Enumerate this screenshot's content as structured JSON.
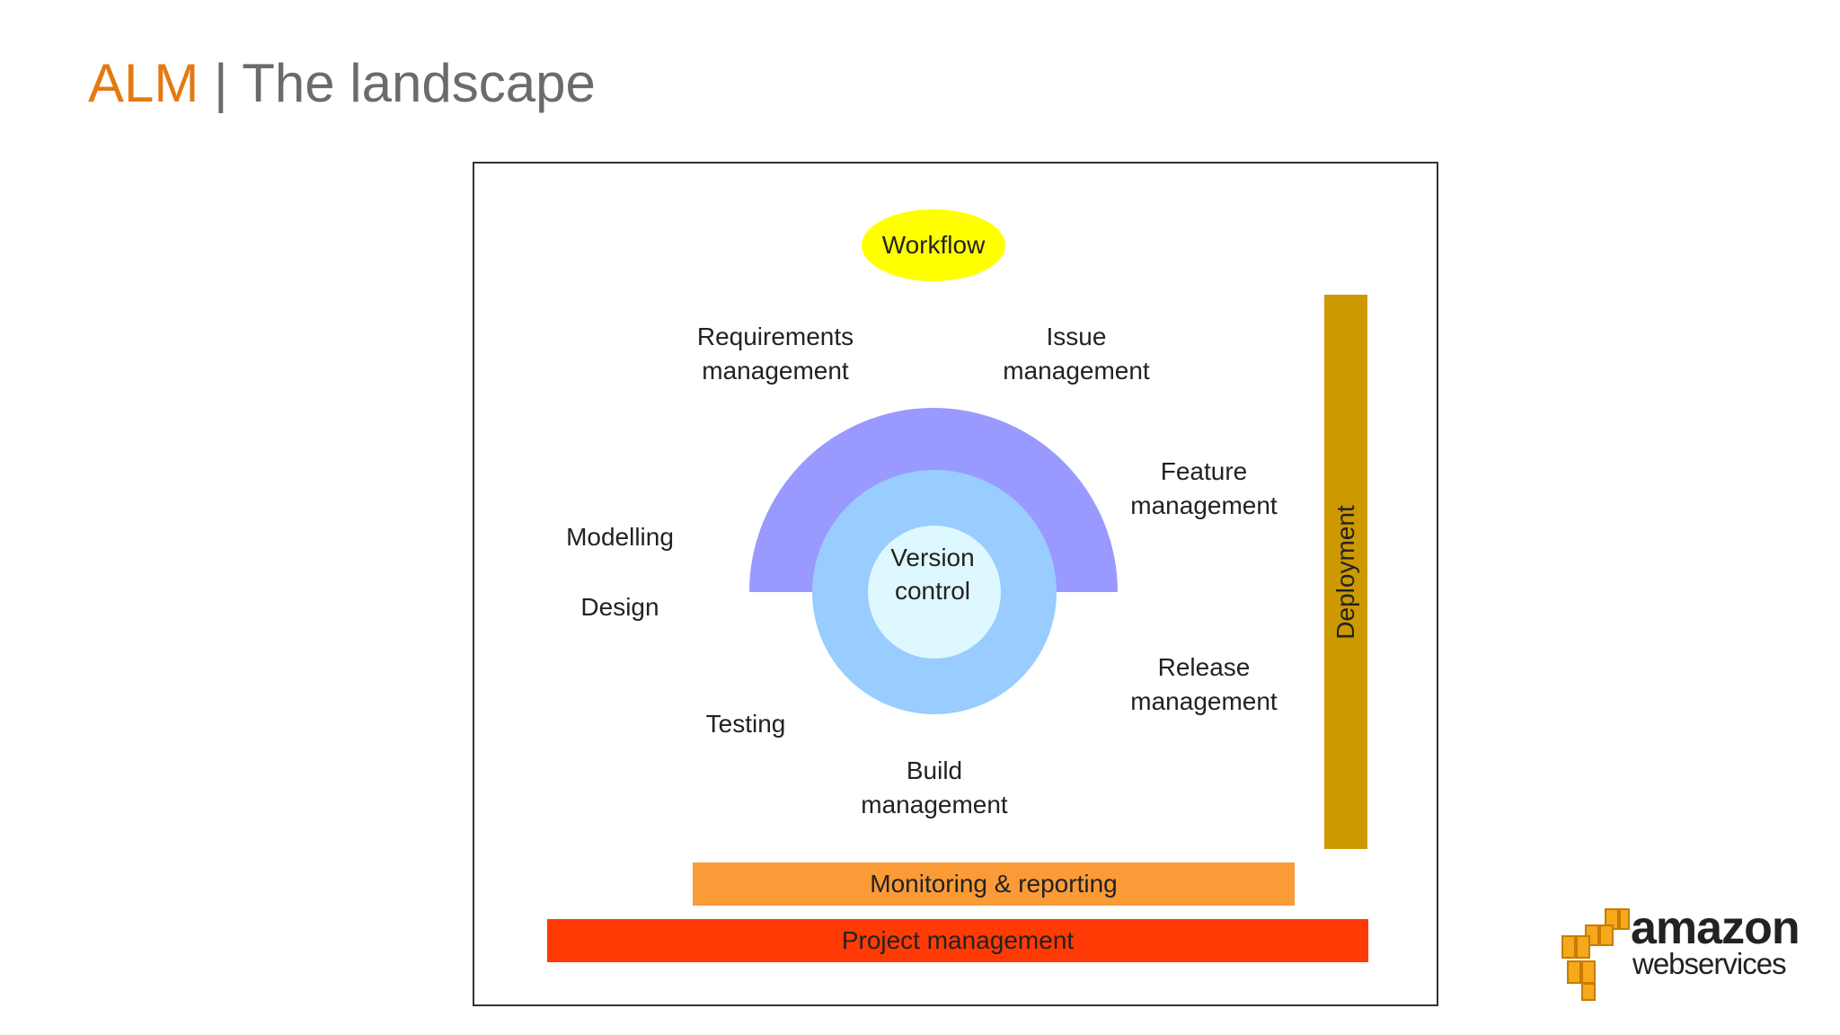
{
  "title": {
    "accent": "ALM",
    "separator": " | ",
    "rest": "The landscape"
  },
  "diagram": {
    "workflow": "Workflow",
    "labels": {
      "requirements": "Requirements\nmanagement",
      "issue": "Issue\nmanagement",
      "feature": "Feature\nmanagement",
      "modelling": "Modelling",
      "design": "Design",
      "release": "Release\nmanagement",
      "testing": "Testing",
      "build": "Build\nmanagement"
    },
    "center": "Version\ncontrol",
    "deployment": "Deployment",
    "monitoring": "Monitoring & reporting",
    "project": "Project management",
    "colors": {
      "outer_arc": "#9999ff",
      "middle_circle": "#99ccff",
      "inner_circle": "#ddf8ff",
      "workflow": "#ffff00",
      "deployment": "#cc9900",
      "monitoring": "#fb9b38",
      "project": "#ff3a05"
    }
  },
  "logo": {
    "line1": "amazon",
    "line2": "webservices",
    "icon": "aws-cubes-icon"
  }
}
